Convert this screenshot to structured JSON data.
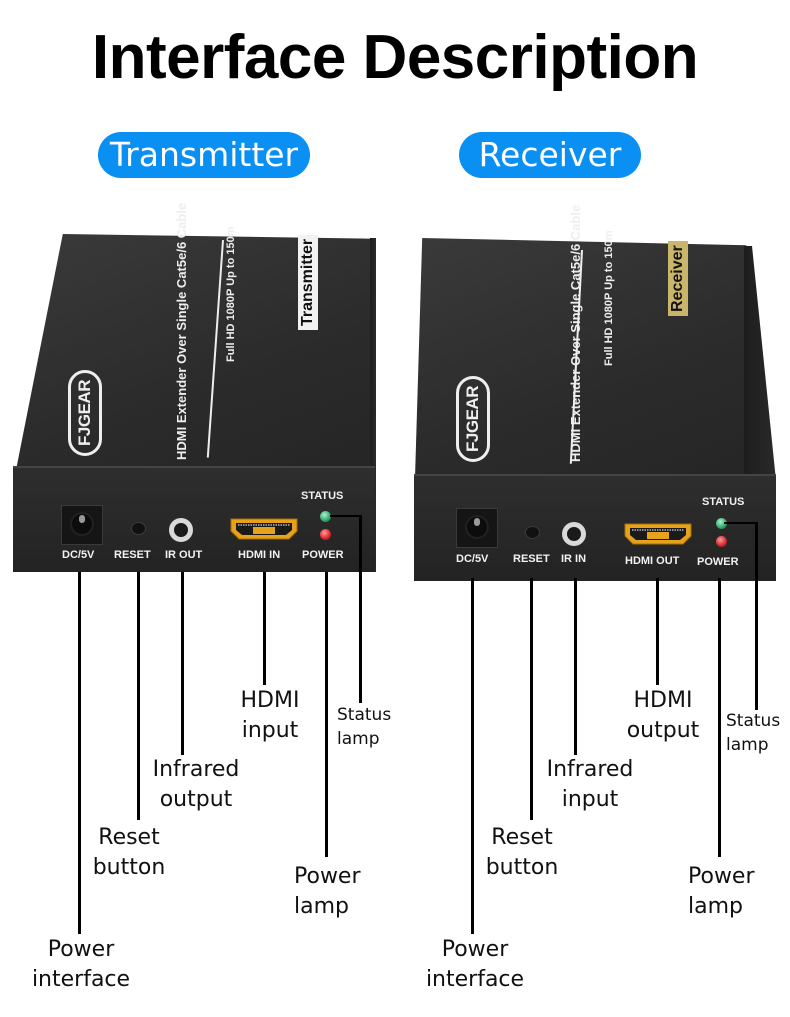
{
  "title": "Interface Description",
  "transmitter": {
    "heading": "Transmitter",
    "brand": "FJGEAR",
    "product_line1": "HDMI  Extender  Over Single Cat5e/6 Cable",
    "product_line2": "Full HD 1080P    Up to 150m",
    "badge": "Transmitter",
    "badge_color": "#f2f2f2",
    "ports": {
      "dc": "DC/5V",
      "reset": "RESET",
      "ir": "IR OUT",
      "hdmi": "HDMI IN",
      "power": "POWER",
      "status": "STATUS"
    },
    "callouts": {
      "power_interface": [
        "Power",
        "interface"
      ],
      "reset_button": [
        "Reset",
        "button"
      ],
      "infrared": [
        "Infrared",
        "output"
      ],
      "hdmi": [
        "HDMI",
        "input"
      ],
      "power_lamp": [
        "Power",
        "lamp"
      ],
      "status_lamp": [
        "Status",
        "lamp"
      ]
    }
  },
  "receiver": {
    "heading": "Receiver",
    "brand": "FJGEAR",
    "product_line1": "HDMI  Extender  Over Single Cat5e/6 Cable",
    "product_line2": "Full HD 1080P    Up to 150m",
    "badge": "Receiver",
    "badge_color": "#c9b66a",
    "ports": {
      "dc": "DC/5V",
      "reset": "RESET",
      "ir": "IR IN",
      "hdmi": "HDMI OUT",
      "power": "POWER",
      "status": "STATUS"
    },
    "callouts": {
      "power_interface": [
        "Power",
        "interface"
      ],
      "reset_button": [
        "Reset",
        "button"
      ],
      "infrared": [
        "Infrared",
        "input"
      ],
      "hdmi": [
        "HDMI",
        "output"
      ],
      "power_lamp": [
        "Power",
        "lamp"
      ],
      "status_lamp": [
        "Status",
        "lamp"
      ]
    }
  },
  "colors": {
    "pill_blue": "#0a8ff2",
    "hdmi_gold": "#e6a21c",
    "status_led": "#2da56c",
    "power_led": "#d2252c"
  }
}
